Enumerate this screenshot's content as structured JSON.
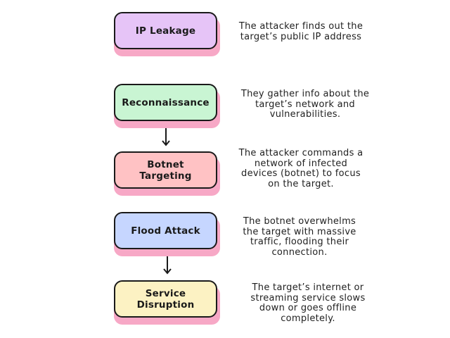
{
  "colors": {
    "shadow": "#f7a8c6",
    "border": "#1a1a1a",
    "stage1_fill": "#e6c4f7",
    "stage2_fill": "#c9f5d3",
    "stage3_fill": "#ffc2c4",
    "stage4_fill": "#c6d6ff",
    "stage5_fill": "#fcf2c3"
  },
  "stages": [
    {
      "label": "IP Leakage",
      "description": "The attacker finds out the\ntarget’s public IP address"
    },
    {
      "label": "Reconnaissance",
      "description": "They gather info about the\ntarget’s network and\nvulnerabilities."
    },
    {
      "label": "Botnet\nTargeting",
      "description": "The attacker commands a\nnetwork of infected\ndevices (botnet) to focus\non the target."
    },
    {
      "label": "Flood Attack",
      "description": "The botnet overwhelms\nthe target with massive\ntraffic, flooding their\nconnection."
    },
    {
      "label": "Service\nDisruption",
      "description": "The target’s internet or\nstreaming service slows\ndown or goes offline\ncompletely."
    }
  ]
}
